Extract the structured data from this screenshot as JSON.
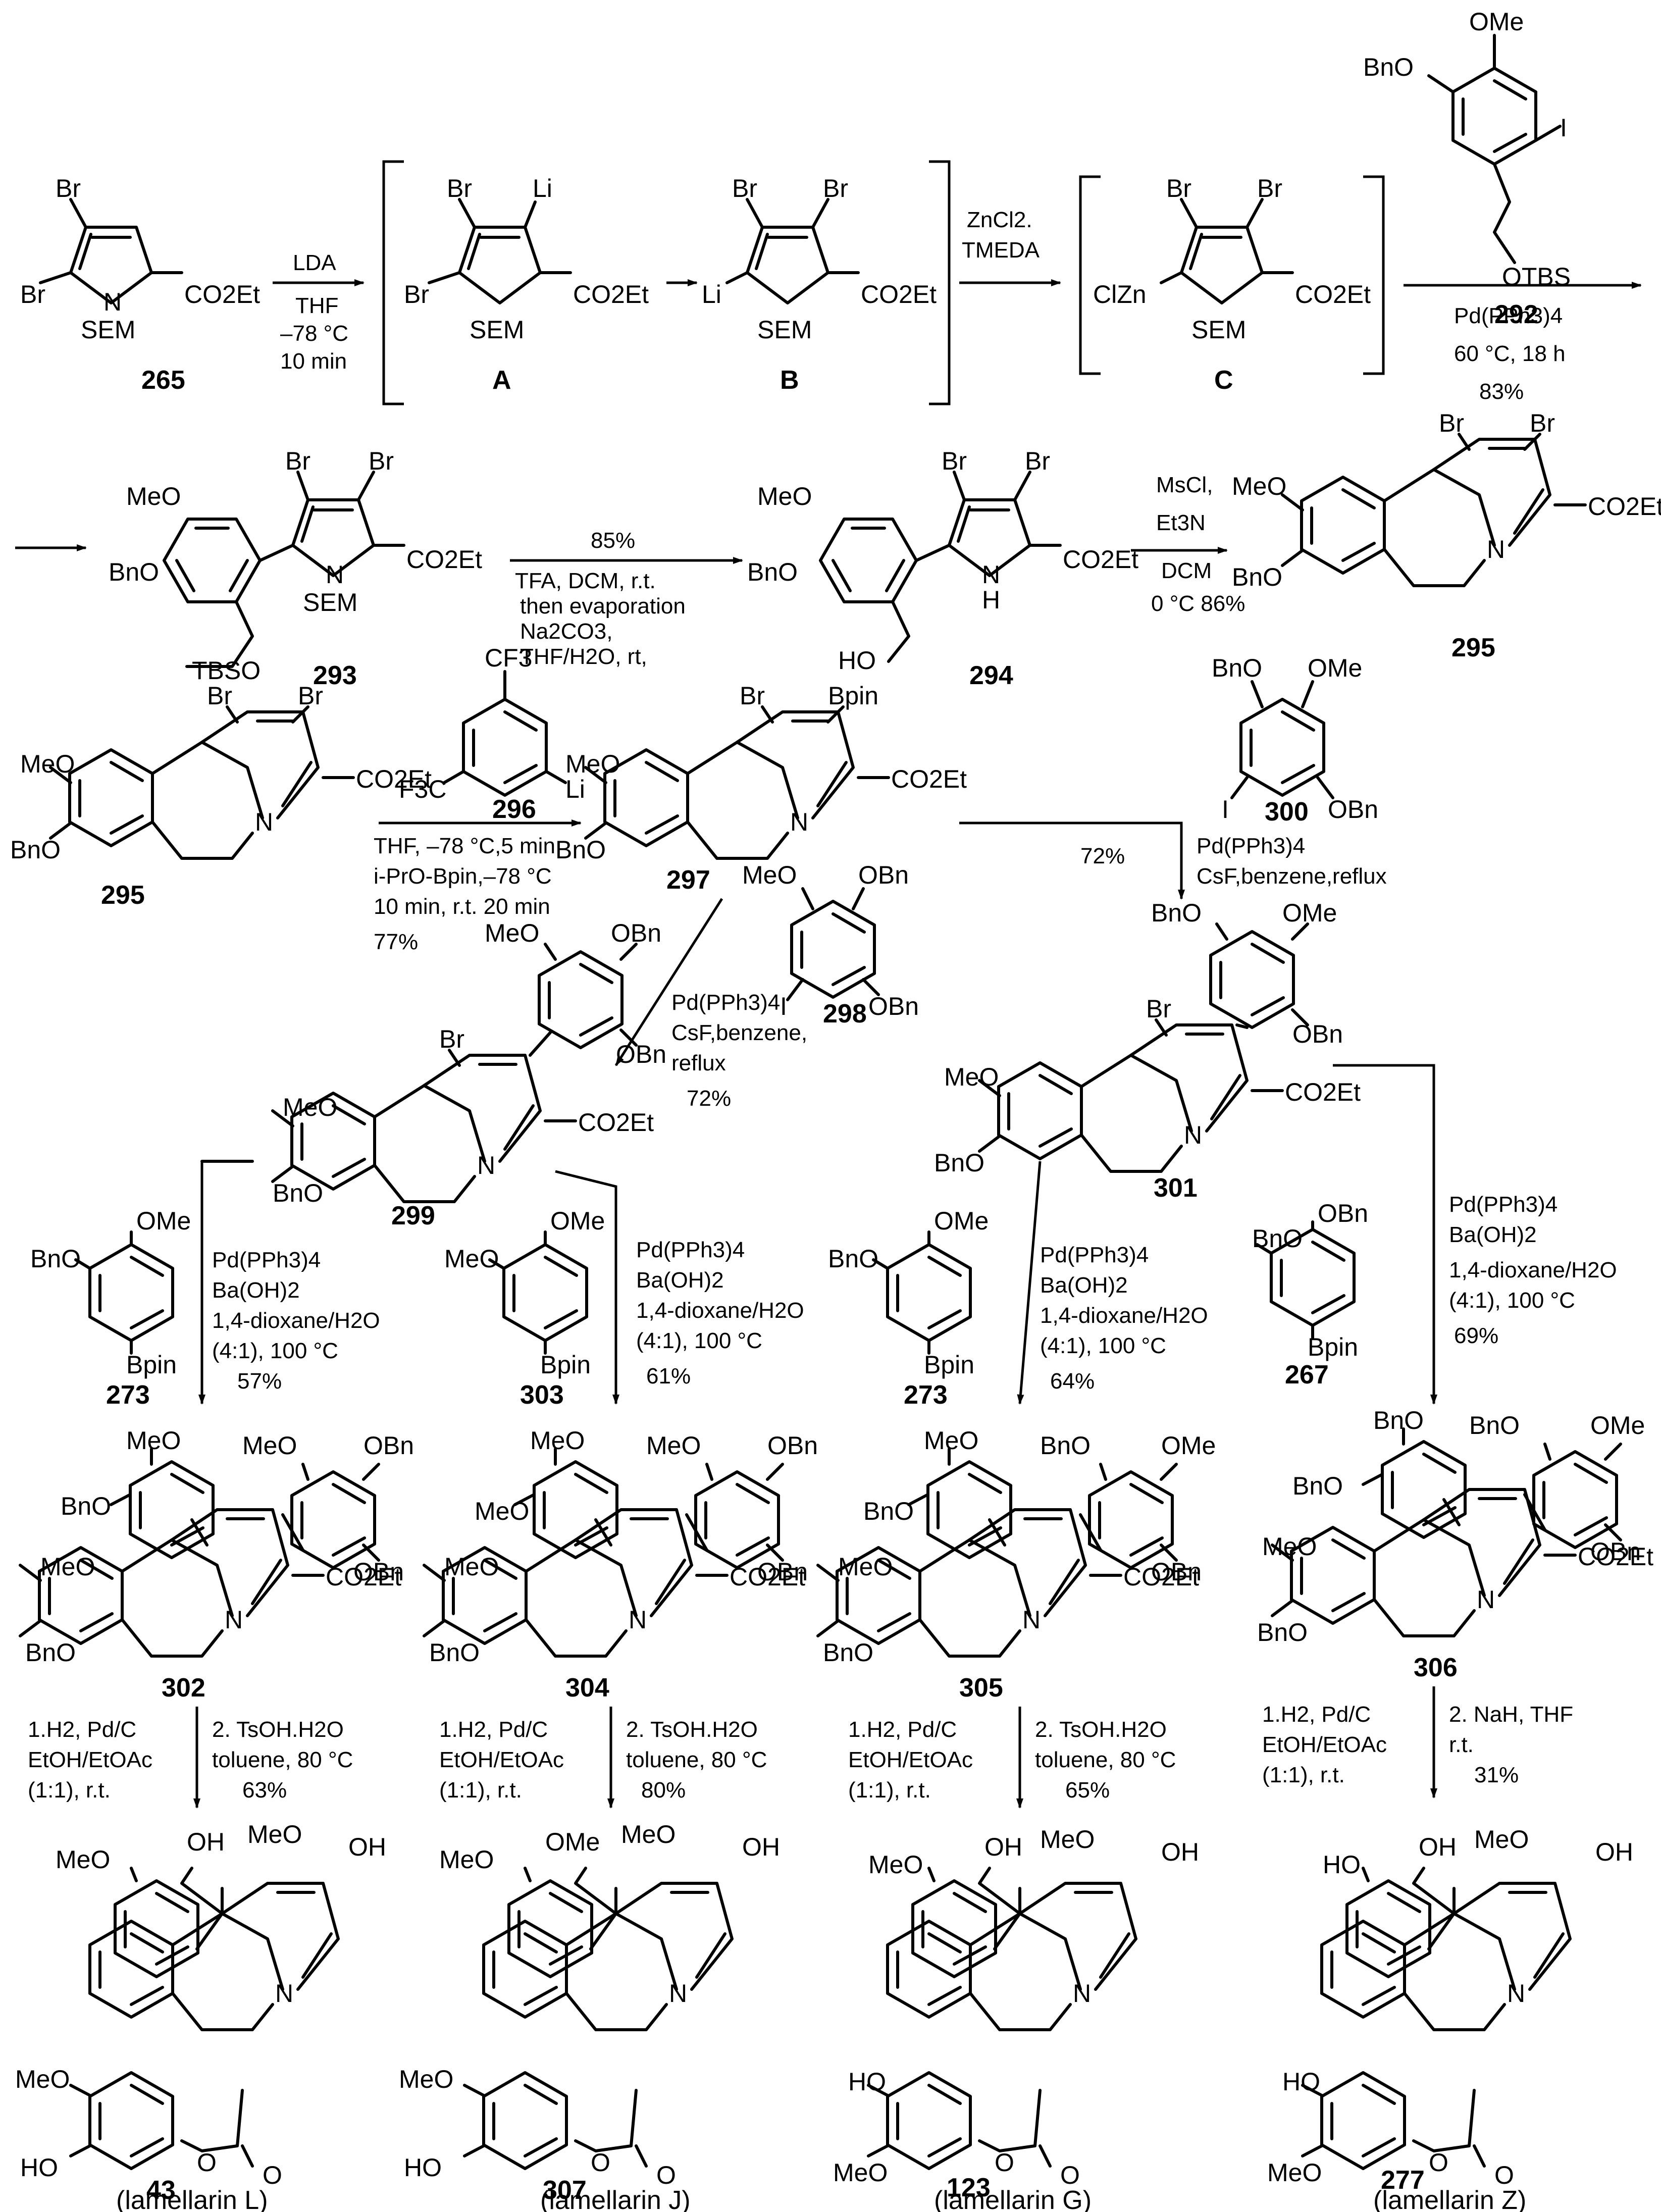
{
  "row1": {
    "sm": {
      "id": "265",
      "br4": "Br",
      "br5": "Br",
      "n": "N",
      "ester": "CO2Et",
      "pg": "SEM"
    },
    "step1": {
      "reagent": "LDA",
      "solvent": "THF",
      "temp": "–78 °C",
      "time": "10 min"
    },
    "A": {
      "id": "A",
      "br": "Br",
      "br5": "Br",
      "li": "Li",
      "ester": "CO2Et",
      "pg": "SEM"
    },
    "B": {
      "id": "B",
      "br1": "Br",
      "br2": "Br",
      "li": "Li",
      "ester": "CO2Et",
      "pg": "SEM"
    },
    "step2": {
      "line1": "ZnCl2.",
      "line2": "TMEDA"
    },
    "C": {
      "id": "C",
      "br1": "Br",
      "br2": "Br",
      "zn": "ClZn",
      "ester": "CO2Et",
      "pg": "SEM"
    },
    "r292": {
      "id": "292",
      "ome": "OMe",
      "obn": "BnO",
      "i": "I",
      "otbs": "OTBS"
    },
    "step3": {
      "cat": "Pd(PPh3)4",
      "cond": "60 °C, 18 h",
      "yield": "83%"
    }
  },
  "row2": {
    "c293": {
      "id": "293",
      "meo": "MeO",
      "bno": "BnO",
      "tbso": "TBSO",
      "br1": "Br",
      "br2": "Br",
      "ester": "CO2Et",
      "n": "N",
      "pg": "SEM"
    },
    "step4": {
      "yield": "85%",
      "l1": "TFA, DCM, r.t.",
      "l2": "then evaporation",
      "l3": "Na2CO3,",
      "l4": "THF/H2O, rt,"
    },
    "c294": {
      "id": "294",
      "meo": "MeO",
      "bno": "BnO",
      "ho": "HO",
      "br1": "Br",
      "br2": "Br",
      "ester": "CO2Et",
      "nh": "N",
      "h": "H"
    },
    "step5": {
      "l1": "MsCl,",
      "l2": "Et3N",
      "l3": "DCM",
      "l4": "0 °C 86%"
    },
    "c295": {
      "id": "295",
      "meo": "MeO",
      "bno": "BnO",
      "br1": "Br",
      "br2": "Br",
      "ester": "CO2Et",
      "n": "N"
    }
  },
  "row3": {
    "c295b": {
      "id": "295",
      "meo": "MeO",
      "bno": "BnO",
      "br1": "Br",
      "br2": "Br",
      "ester": "CO2Et",
      "n": "N"
    },
    "r296": {
      "id": "296",
      "cf3a": "CF3",
      "cf3b": "F3C",
      "li": "Li"
    },
    "step6": {
      "l1": "THF, –78 °C,5 min",
      "l2": "i-PrO-Bpin,–78 °C",
      "l3": "10 min, r.t. 20 min",
      "l4": "77%"
    },
    "c297": {
      "id": "297",
      "meo": "MeO",
      "bno": "BnO",
      "br": "Br",
      "bpin": "Bpin",
      "ester": "CO2Et",
      "n": "N"
    },
    "r300": {
      "id": "300",
      "bno": "BnO",
      "ome": "OMe",
      "i": "I",
      "obn": "OBn"
    },
    "step7": {
      "yield": "72%",
      "cat": "Pd(PPh3)4",
      "cond": "CsF,benzene,reflux"
    },
    "r298": {
      "id": "298",
      "meo": "MeO",
      "obn1": "OBn",
      "i": "I",
      "obn2": "OBn"
    },
    "step8": {
      "cat": "Pd(PPh3)4",
      "l1": "CsF,benzene,",
      "l2": "reflux",
      "yield": "72%"
    }
  },
  "row4": {
    "c299": {
      "id": "299",
      "meo1": "MeO",
      "obn1": "OBn",
      "obn2": "OBn",
      "br": "Br",
      "meo2": "MeO",
      "bno": "BnO",
      "ester": "CO2Et",
      "n": "N"
    },
    "c301": {
      "id": "301",
      "bno1": "BnO",
      "ome": "OMe",
      "obn": "OBn",
      "br": "Br",
      "meo": "MeO",
      "bno2": "BnO",
      "ester": "CO2Et",
      "n": "N"
    }
  },
  "row5": {
    "r273a": {
      "id": "273",
      "bno": "BnO",
      "ome": "OMe",
      "bpin": "Bpin"
    },
    "s302": {
      "cat": "Pd(PPh3)4",
      "base": "Ba(OH)2",
      "solv": "1,4-dioxane/H2O",
      "cond": "(4:1), 100 °C",
      "yield": "57%"
    },
    "r303": {
      "id": "303",
      "meo": "MeO",
      "ome": "OMe",
      "bpin": "Bpin"
    },
    "s304": {
      "cat": "Pd(PPh3)4",
      "base": "Ba(OH)2",
      "solv": "1,4-dioxane/H2O",
      "cond": "(4:1), 100 °C",
      "yield": "61%"
    },
    "r273b": {
      "id": "273",
      "bno": "BnO",
      "ome": "OMe",
      "bpin": "Bpin"
    },
    "s305": {
      "cat": "Pd(PPh3)4",
      "base": "Ba(OH)2",
      "solv": "1,4-dioxane/H2O",
      "cond": "(4:1), 100 °C",
      "yield": "64%"
    },
    "r267": {
      "id": "267",
      "bno": "BnO",
      "obn": "OBn",
      "bpin": "Bpin"
    },
    "s306": {
      "cat": "Pd(PPh3)4",
      "base": "Ba(OH)2",
      "solv": "1,4-dioxane/H2O",
      "cond": "(4:1), 100 °C",
      "yield": "69%"
    }
  },
  "row6": {
    "p302": {
      "id": "302",
      "a1": "MeO",
      "a2": "BnO",
      "b1": "MeO",
      "b2": "OBn",
      "b3": "OBn",
      "c1": "MeO",
      "c2": "BnO",
      "ester": "CO2Et",
      "n": "N"
    },
    "p304": {
      "id": "304",
      "a1": "MeO",
      "a2": "MeO",
      "b1": "MeO",
      "b2": "OBn",
      "b3": "OBn",
      "c1": "MeO",
      "c2": "BnO",
      "ester": "CO2Et",
      "n": "N"
    },
    "p305": {
      "id": "305",
      "a1": "MeO",
      "a2": "BnO",
      "b1": "BnO",
      "b2": "OMe",
      "b3": "OBn",
      "c1": "MeO",
      "c2": "BnO",
      "ester": "CO2Et",
      "n": "N"
    },
    "p306": {
      "id": "306",
      "a1": "BnO",
      "a2": "BnO",
      "b1": "BnO",
      "b2": "OMe",
      "b3": "OBn",
      "c1": "MeO",
      "c2": "BnO",
      "ester": "CO2Et",
      "n": "N"
    }
  },
  "row7": {
    "d43": {
      "l1": "1.H2, Pd/C",
      "l2": "EtOH/EtOAc",
      "l3": "(1:1), r.t.",
      "r1": "2. TsOH.H2O",
      "r2": "toluene, 80 °C",
      "yield": "63%"
    },
    "d307": {
      "l1": "1.H2, Pd/C",
      "l2": "EtOH/EtOAc",
      "l3": "(1:1), r.t.",
      "r1": "2. TsOH.H2O",
      "r2": "toluene, 80 °C",
      "yield": "80%"
    },
    "d123": {
      "l1": "1.H2, Pd/C",
      "l2": "EtOH/EtOAc",
      "l3": "(1:1), r.t.",
      "r1": "2. TsOH.H2O",
      "r2": "toluene, 80 °C",
      "yield": "65%"
    },
    "d277": {
      "l1": "1.H2, Pd/C",
      "l2": "EtOH/EtOAc",
      "l3": "(1:1), r.t.",
      "r1": "2. NaH, THF",
      "r2": "r.t.",
      "yield": "31%"
    }
  },
  "row8": {
    "f43": {
      "id": "43",
      "name": "(lamellarin L)",
      "t1": "MeO",
      "t2": "OH",
      "t3": "MeO",
      "t4": "OH",
      "l1": "MeO",
      "l2": "HO",
      "n": "N",
      "o": "O",
      "co": "O"
    },
    "f307": {
      "id": "307",
      "name": "(lamellarin J)",
      "t1": "MeO",
      "t2": "OMe",
      "t3": "MeO",
      "t4": "OH",
      "l1": "MeO",
      "l2": "HO",
      "n": "N",
      "o": "O",
      "co": "O"
    },
    "f123": {
      "id": "123",
      "name": "(lamellarin G)",
      "t1": "MeO",
      "t2": "OH",
      "t3": "MeO",
      "t4": "OH",
      "l1": "HO",
      "l2": "MeO",
      "n": "N",
      "o": "O",
      "co": "O"
    },
    "f277": {
      "id": "277",
      "name": "(lamellarin Z)",
      "t1": "HO",
      "t2": "OH",
      "t3": "MeO",
      "t4": "OH",
      "l1": "HO",
      "l2": "MeO",
      "n": "N",
      "o": "O",
      "co": "O"
    }
  }
}
